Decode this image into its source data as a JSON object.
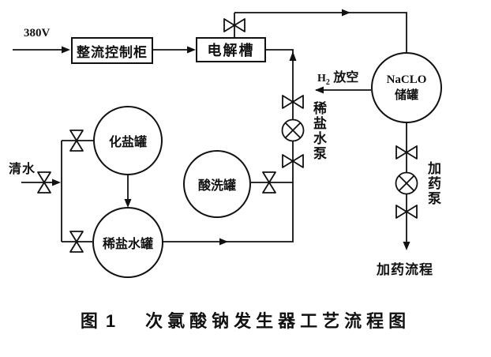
{
  "figure": {
    "power_label": "380V",
    "clean_water_label": "清水",
    "h2_vent": {
      "element": "H",
      "subscript": "2",
      "text": "放空"
    },
    "rectifier_cabinet_label": "整流控制柜",
    "electrolyzer_label": "电解槽",
    "salt_tank_label": "化盐罐",
    "acid_tank_label": "酸洗罐",
    "brine_tank_label": "稀盐水罐",
    "naclo_tank": {
      "line1": "NaCLO",
      "line2": "储罐"
    },
    "brine_pump_label": "稀盐水泵",
    "dosing_pump_label": "加药泵",
    "dosing_flow_label": "加药流程",
    "caption": {
      "fig_no": "图 1",
      "title": "次氯酸钠发生器工艺流程图"
    }
  },
  "colors": {
    "ink": "#111111",
    "background": "#ffffff"
  }
}
